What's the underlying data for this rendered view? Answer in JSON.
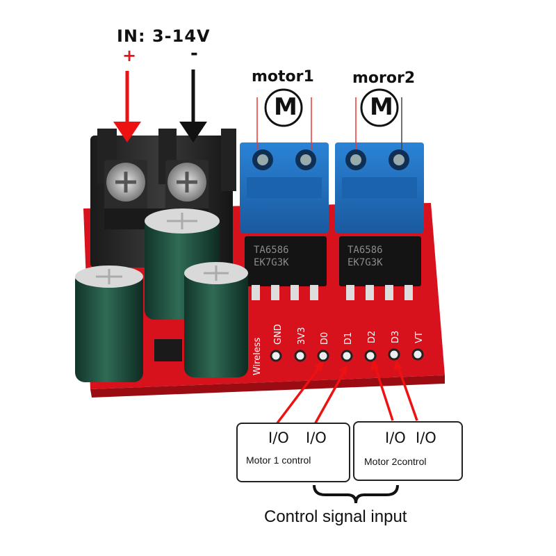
{
  "power": {
    "label": "IN:  3-14V",
    "plus": "+",
    "minus": "-"
  },
  "motors": {
    "motor1_label": "motor1",
    "motor2_label": "moror2",
    "symbol": "M"
  },
  "chip": {
    "line1": "TA6586",
    "line2": "EK7G3K"
  },
  "pins": [
    "Wireless",
    "GND",
    "3V3",
    "D0",
    "D1",
    "D2",
    "D3",
    "VT"
  ],
  "control_boxes": [
    {
      "io_a": "I/O",
      "io_b": "I/O",
      "caption": "Motor 1 control"
    },
    {
      "io_a": "I/O",
      "io_b": "I/O",
      "caption": "Motor 2control"
    }
  ],
  "footer": "Control signal input",
  "colors": {
    "pcb": "#d8121c",
    "terminal": "#1f6fbf",
    "arrow_red": "#ee1111",
    "arrow_black": "#111111",
    "capacitor": "#1f4a3a"
  }
}
